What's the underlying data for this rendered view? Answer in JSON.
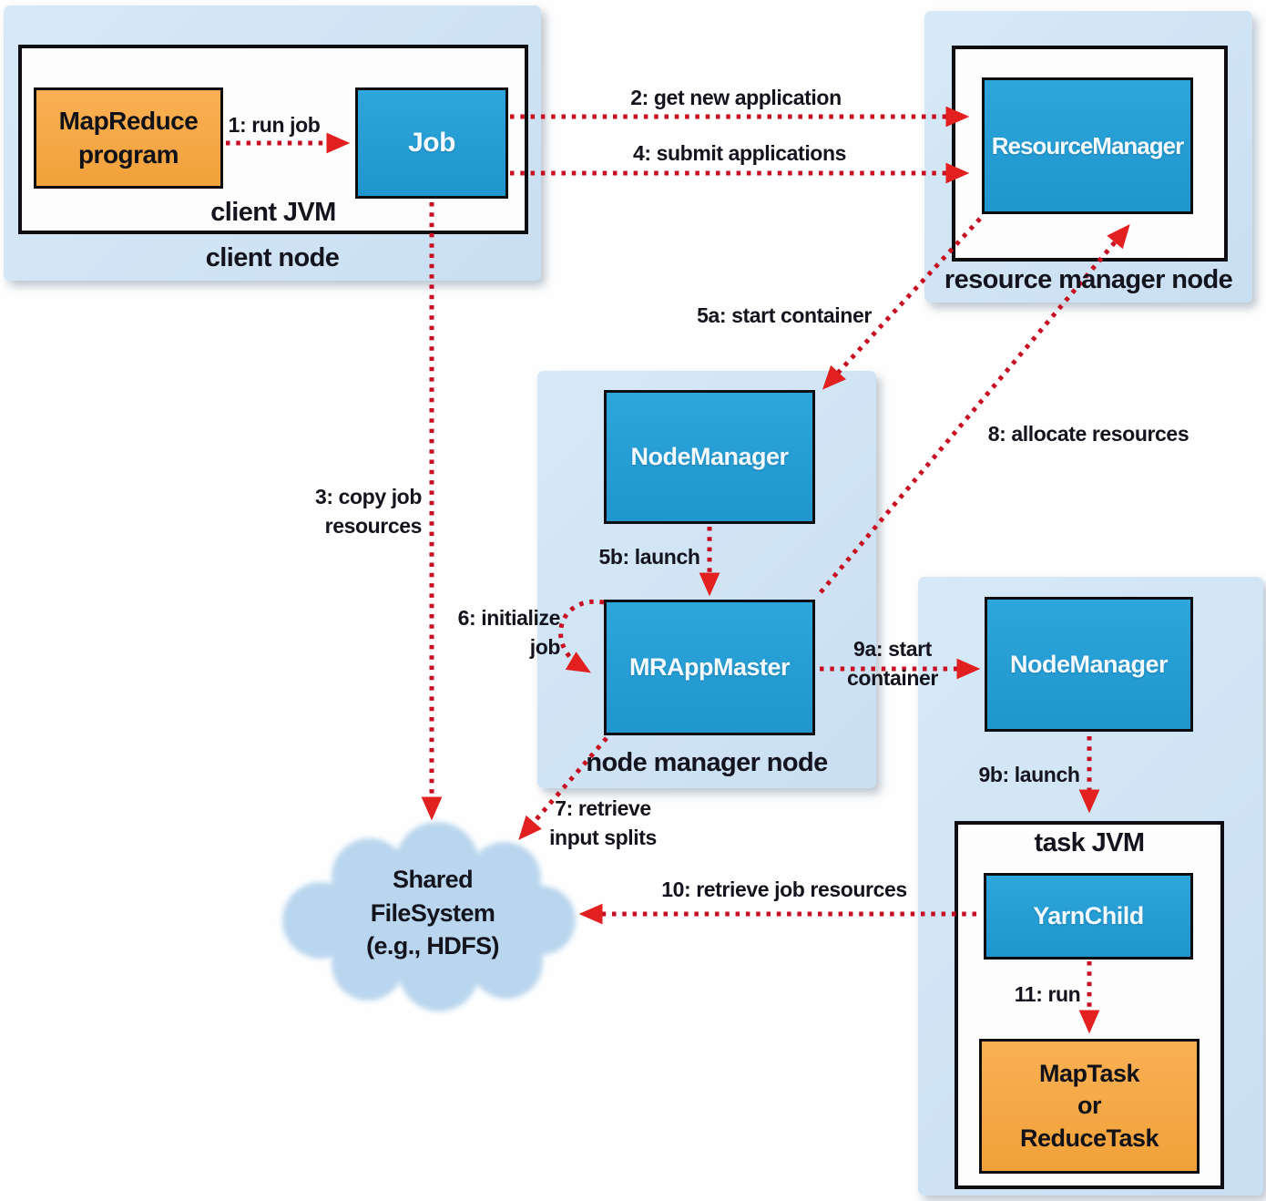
{
  "panels": {
    "client_node": {
      "label": "client node",
      "jvm_label": "client JVM"
    },
    "resource_manager_node": {
      "label": "resource manager node"
    },
    "node_manager_node": {
      "label": "node manager node"
    },
    "task_node": {
      "task_jvm_label": "task JVM"
    }
  },
  "boxes": {
    "mapreduce_program": "MapReduce\nprogram",
    "job": "Job",
    "resource_manager": "ResourceManager",
    "node_manager_1": "NodeManager",
    "mr_app_master": "MRAppMaster",
    "node_manager_2": "NodeManager",
    "yarn_child": "YarnChild",
    "map_or_reduce_task": "MapTask\nor\nReduceTask"
  },
  "cloud": {
    "label": "Shared\nFileSystem\n(e.g., HDFS)"
  },
  "arrows": {
    "a1": {
      "label": "1: run job"
    },
    "a2": {
      "label": "2: get new application"
    },
    "a3": {
      "label": "3: copy job\nresources"
    },
    "a4": {
      "label": "4: submit applications"
    },
    "a5a": {
      "label": "5a: start container"
    },
    "a5b": {
      "label": "5b: launch"
    },
    "a6": {
      "label": "6: initialize\njob"
    },
    "a7": {
      "label": "7: retrieve\ninput splits"
    },
    "a8": {
      "label": "8: allocate resources"
    },
    "a9a": {
      "label": "9a: start\ncontainer"
    },
    "a9b": {
      "label": "9b: launch"
    },
    "a10": {
      "label": "10: retrieve job resources"
    },
    "a11": {
      "label": "11: run"
    }
  },
  "colors": {
    "panel_blue": "#d7e9f7",
    "box_blue": "#2da6dc",
    "box_orange": "#f9b054",
    "arrow_red": "#c80f22",
    "arrowhead_red": "#e2201f",
    "border_black": "#0e0e12",
    "cloud_blue": "#b9d6ee"
  }
}
